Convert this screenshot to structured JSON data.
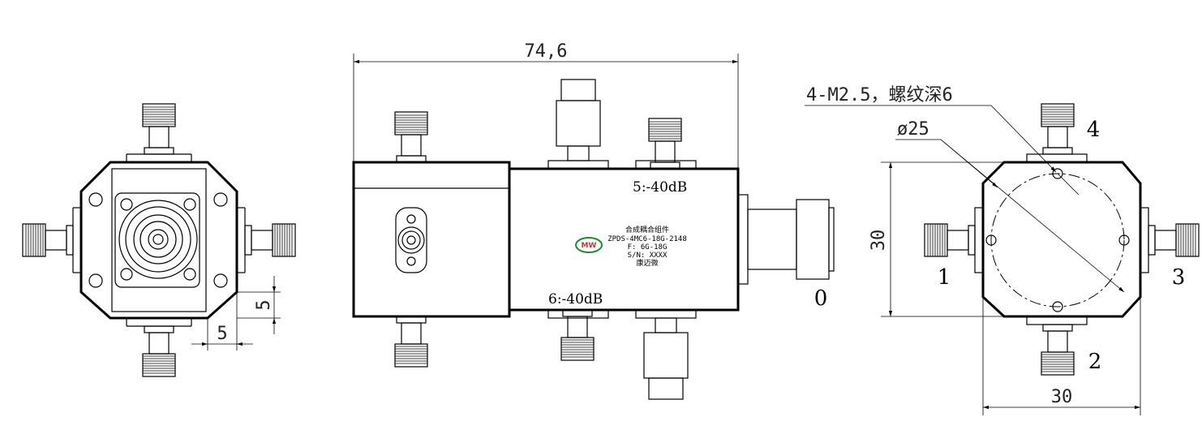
{
  "dimensions": {
    "overall_length": "74,6",
    "right_height": "30",
    "right_width": "30",
    "left_small_a": "5",
    "left_small_b": "5",
    "hole_note": "4-M2.5，螺纹深6",
    "circle_diameter": "ø25"
  },
  "ports": {
    "p0": "0",
    "p1": "1",
    "p2": "2",
    "p3": "3",
    "p4": "4"
  },
  "couplings": {
    "c5": "5:-40dB",
    "c6": "6:-40dB"
  },
  "product_label": {
    "name": "合成耦合组件",
    "model": "ZPDS-4MC6-18G-2148",
    "freq": "F: 6G-18G",
    "serial": "S/N: XXXX",
    "brand": "康迈微",
    "logo_text": "MW"
  }
}
